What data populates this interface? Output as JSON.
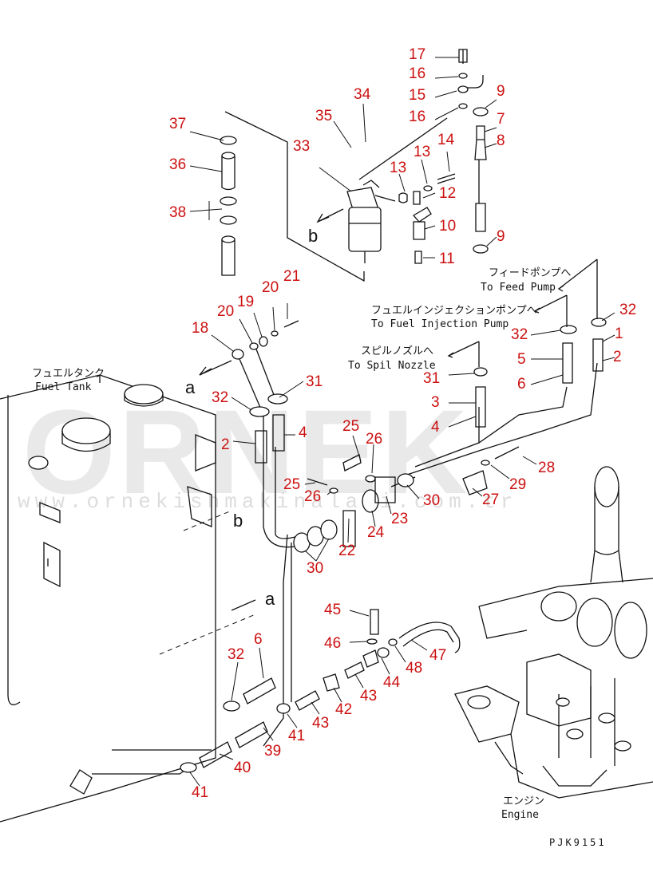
{
  "labels": {
    "feed_pump_jp": "フィードポンプへ",
    "feed_pump_en": "To Feed Pump",
    "injection_pump_jp": "フュエルインジェクションポンプへ",
    "injection_pump_en": "To Fuel Injection Pump",
    "spill_nozzle_jp": "スピルノズルへ",
    "spill_nozzle_en": "To Spil Nozzle",
    "fuel_tank_jp": "フュエルタンク",
    "fuel_tank_en": "Fuel Tank",
    "engine_jp": "エンジン",
    "engine_en": "Engine"
  },
  "refs": {
    "a": "a",
    "b": "b"
  },
  "drawing_code": "PJK9151",
  "watermark": {
    "brand": "ORNEK",
    "url": "www.ornekishmakinalari.com.tr"
  },
  "part_numbers": {
    "p17": "17",
    "p16a": "16",
    "p15": "15",
    "p16b": "16",
    "p9a": "9",
    "p7": "7",
    "p8": "8",
    "p34": "34",
    "p35": "35",
    "p33": "33",
    "p37": "37",
    "p36": "36",
    "p38": "38",
    "p13a": "13",
    "p13b": "13",
    "p14": "14",
    "p12": "12",
    "p10": "10",
    "p11": "11",
    "p9b": "9",
    "p21": "21",
    "p20a": "20",
    "p19": "19",
    "p20b": "20",
    "p18": "18",
    "p32a": "32",
    "p1": "1",
    "p32b": "32",
    "p5": "5",
    "p2a": "2",
    "p6a": "6",
    "p31a": "31",
    "p3": "3",
    "p4a": "4",
    "p31b": "31",
    "p32c": "32",
    "p2b": "2",
    "p4b": "4",
    "p25a": "25",
    "p26a": "26",
    "p28": "28",
    "p29": "29",
    "p25b": "25",
    "p26b": "26",
    "p27": "27",
    "p30a": "30",
    "p23": "23",
    "p24": "24",
    "p22": "22",
    "p30b": "30",
    "p45": "45",
    "p46": "46",
    "p47": "47",
    "p48": "48",
    "p44": "44",
    "p43a": "43",
    "p42": "42",
    "p43b": "43",
    "p41a": "41",
    "p39": "39",
    "p40": "40",
    "p41b": "41",
    "p6b": "6",
    "p32d": "32"
  }
}
